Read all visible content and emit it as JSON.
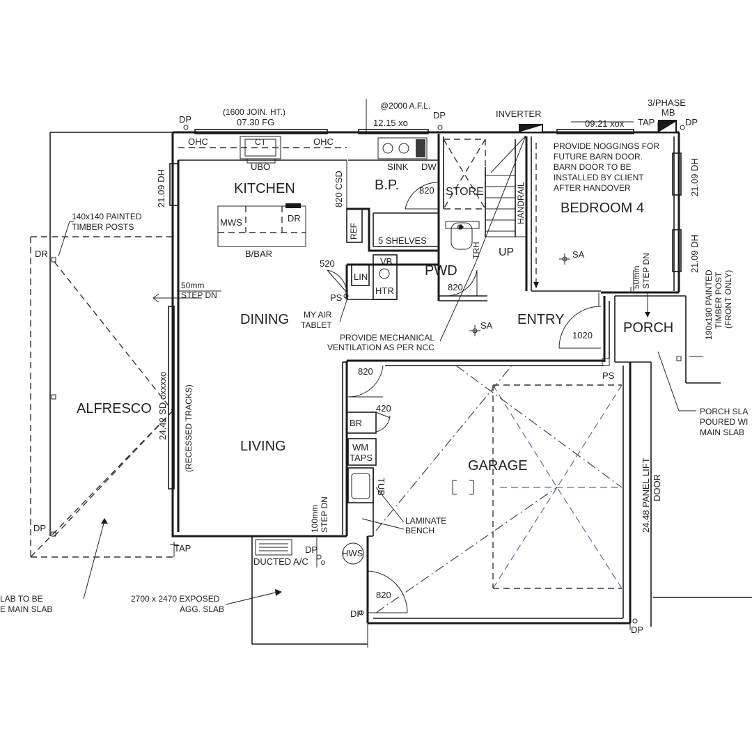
{
  "rooms": {
    "kitchen": "KITCHEN",
    "dining": "DINING",
    "living": "LIVING",
    "alfresco": "ALFRESCO",
    "bp": "B.P.",
    "pwd": "PWD",
    "bedroom4": "BEDROOM 4",
    "entry": "ENTRY",
    "porch": "PORCH",
    "garage": "GARAGE"
  },
  "fixtures": {
    "ohc_left": "OHC",
    "ohc_right": "OHC",
    "ct": "CT",
    "ubo": "UBO",
    "mws": "MWS",
    "dr_kitchen": "DR",
    "bbar": "B/BAR",
    "sink": "SINK",
    "dw": "DW",
    "ref": "REF",
    "five_shelves": "5 SHELVES",
    "lin": "LIN",
    "vb": "VB",
    "htr": "HTR",
    "store": "STORE",
    "handrail": "HANDRAIL",
    "up": "UP",
    "trh": "TRH",
    "sa_bed": "SA",
    "sa_entry": "SA",
    "ps_left": "PS",
    "ps_right": "PS",
    "br": "BR",
    "wm_taps_1": "WM",
    "wm_taps_2": "TAPS",
    "tub": "TUB",
    "hws": "HWS",
    "ducted_ac": "DUCTED A/C",
    "mb_top": "3/PHASE",
    "mb": "MB",
    "tap_top": "TAP",
    "tap_bottom": "TAP",
    "inverter": "INVERTER"
  },
  "dimensions": {
    "join_ht": "(1600 JOIN. HT.)",
    "fg": "07.30 FG",
    "afl": "@2000 A.F.L.",
    "xo": "12.15 xo",
    "xox": "09.21 xox",
    "dh_left": "21.09 DH",
    "csd": "820 CSD",
    "dh_right_1": "21.09 DH",
    "dh_right_2": "21.09 DH",
    "sd": "24.42 SD oxxxxo",
    "recessed": "(RECESSED TRACKS)",
    "panel_lift_1": "24.48 PANEL LIFT",
    "panel_lift_2": "DOOR",
    "step_dn_left_1": "50mm",
    "step_dn_left_2": "STEP DN",
    "step_dn_porch_1": "50mm",
    "step_dn_porch_2": "STEP DN",
    "step_dn_living_1": "100mm",
    "step_dn_living_2": "STEP DN",
    "door_820_bp": "820",
    "door_820_pwd": "820",
    "door_520": "520",
    "door_1020": "1020",
    "door_820_laundry": "820",
    "door_420": "420",
    "door_820_garage": "820"
  },
  "downpipes": {
    "dp_top_left": "DP",
    "dp_top_mid": "DP",
    "dp_top_right": "DP",
    "dp_alf_top": "DR",
    "dp_alf_bottom": "DP",
    "dp_living": "DP",
    "dp_garage_left": "DP",
    "dp_garage_right": "DP"
  },
  "notes": {
    "timber_posts_1": "140x140 PAINTED",
    "timber_posts_2": "TIMBER POSTS",
    "my_air_1": "MY AIR",
    "my_air_2": "TABLET",
    "mech_vent_1": "PROVIDE MECHANICAL",
    "mech_vent_2": "VENTILATION AS PER NCC",
    "barn_door_1": "PROVIDE NOGGINGS FOR",
    "barn_door_2": "FUTURE BARN DOOR.",
    "barn_door_3": "BARN DOOR TO BE",
    "barn_door_4": "INSTALLED BY CLIENT",
    "barn_door_5": "AFTER HANDOVER",
    "porch_post_1": "190x190 PAINTED",
    "porch_post_2": "TIMBER POST",
    "porch_post_3": "(FRONT ONLY)",
    "porch_slab_1": "PORCH SLA",
    "porch_slab_2": "POURED WI",
    "porch_slab_3": "MAIN SLAB",
    "laminate_1": "LAMINATE",
    "laminate_2": "BENCH",
    "agg_slab_1": "2700 x 2470 EXPOSED",
    "agg_slab_2": "AGG. SLAB",
    "slab_left_1": "LAB TO BE",
    "slab_left_2": "E MAIN SLAB"
  }
}
